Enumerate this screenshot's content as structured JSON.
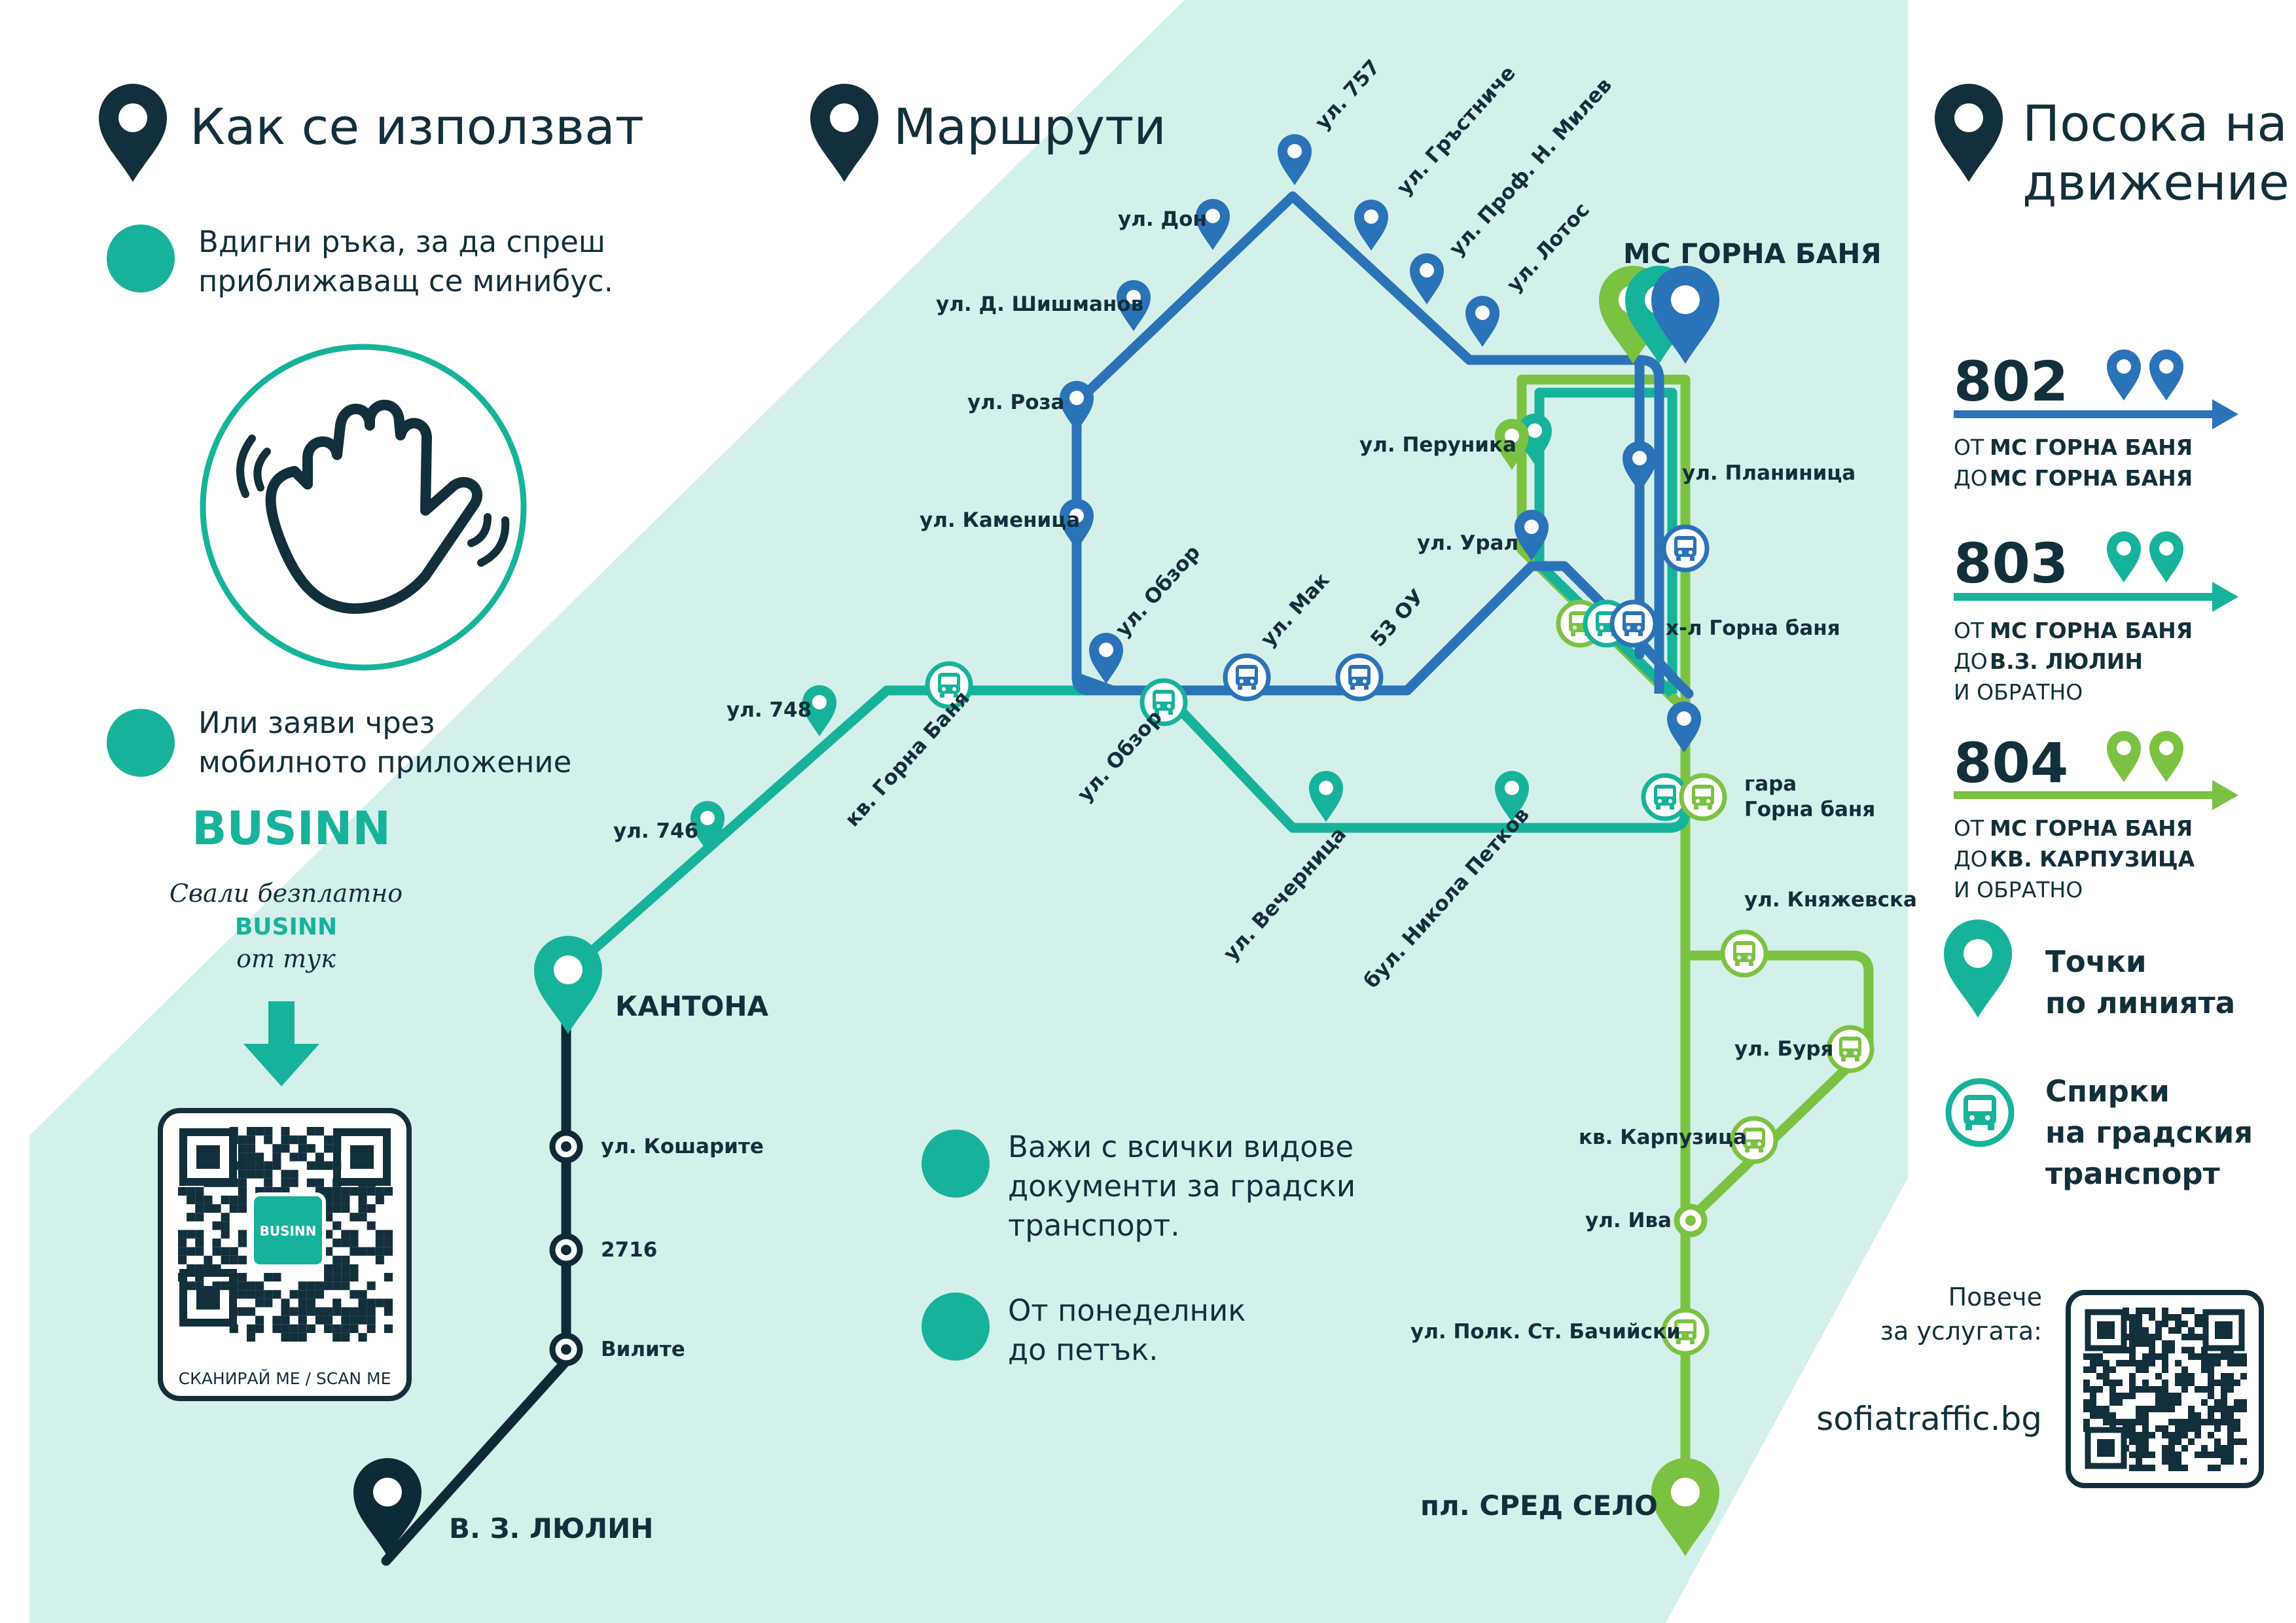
{
  "colors": {
    "background_tint": "#d3f0eb",
    "line_802": "#2b73b8",
    "line_803": "#16b39a",
    "line_804": "#7cc242",
    "line_dark": "#0d2b36",
    "text": "#12303b"
  },
  "icons": [
    "location-pin-icon",
    "waving-hand-icon",
    "bus-stop-icon",
    "qr-code-icon",
    "arrow-down-icon",
    "arrow-right-icon"
  ],
  "headings": {
    "how_to_use": "Как се използват",
    "routes": "Маршрути",
    "direction_line1": "Посока на",
    "direction_line2": "движение"
  },
  "how_to": {
    "step1_line1": "Вдигни ръка, за да спреш",
    "step1_line2": "приближаващ  се минибус.",
    "step2_line1": "Или заяви чрез",
    "step2_line2": "мобилното приложение",
    "app_name": "BUSINN",
    "download_line1": "Свали безплатно",
    "download_app": "BUSINN",
    "download_line3": "от тук",
    "qr_center": "BUSINN",
    "qr_caption": "СКАНИРАЙ МЕ / SCAN ME"
  },
  "info": {
    "note1_line1": "Важи с всички видове",
    "note1_line2": "документи за градски",
    "note1_line3": "транспорт.",
    "note2_line1": "От понеделник",
    "note2_line2": "до петък."
  },
  "legend": {
    "routes": [
      {
        "number": "802",
        "from_prefix": "ОТ",
        "from": "МС ГОРНА БАНЯ",
        "to_prefix": "ДО",
        "to": "МС ГОРНА БАНЯ",
        "back": ""
      },
      {
        "number": "803",
        "from_prefix": "ОТ",
        "from": "МС ГОРНА БАНЯ",
        "to_prefix": "ДО",
        "to": "В.З. ЛЮЛИН",
        "back": "И ОБРАТНО"
      },
      {
        "number": "804",
        "from_prefix": "ОТ",
        "from": "МС ГОРНА БАНЯ",
        "to_prefix": "ДО",
        "to": "КВ. КАРПУЗИЦА",
        "back": "И ОБРАТНО"
      }
    ],
    "points_line1": "Точки",
    "points_line2": "по линията",
    "stops_line1": "Спирки",
    "stops_line2": "на градския",
    "stops_line3": "транспорт"
  },
  "more_info": {
    "line1": "Повече",
    "line2": "за услугата:",
    "website": "sofiatraffic.bg"
  },
  "stations": {
    "ms_gorna_banya": "МС ГОРНА БАНЯ",
    "kantona": "КАНТОНА",
    "vz_lyulin": "В. З. ЛЮЛИН",
    "pl_sred_selo": "пл. СРЕД СЕЛО"
  },
  "stops": {
    "ul_757": "ул. 757",
    "ul_grastniche": "ул. Гръстниче",
    "ul_prof_milev": "ул. Проф. Н. Милев",
    "ul_lotos": "ул. Лотос",
    "ul_don": "ул. Дон",
    "ul_shishmanov": "ул. Д. Шишманов",
    "ul_roza": "ул. Роза",
    "ul_kamenitsa": "ул. Каменица",
    "ul_obzor_top": "ул. Обзор",
    "ul_mak": "ул. Мак",
    "ou_53": "53 ОУ",
    "ul_perunika": "ул. Перуника",
    "ul_planinitsa": "ул. Планиница",
    "ul_ural": "ул. Урал",
    "hotel_gorna_banya": "х-л Горна баня",
    "gara_line1": "гара",
    "gara_line2": "Горна баня",
    "ul_748": "ул. 748",
    "ul_746": "ул. 746",
    "kv_gorna_banya": "кв. Горна Баня",
    "ul_obzor_bottom": "ул. Обзор",
    "ul_vechernitsa": "ул. Вечерница",
    "bul_nikola_petkov": "бул. Никола Петков",
    "ul_knyazhevska": "ул. Княжевска",
    "ul_burya": "ул. Буря",
    "kv_karpuzitsa": "кв. Карпузица",
    "ul_iva": "ул. Ива",
    "ul_bachiyski": "ул. Полк. Ст. Бачийски",
    "ul_kosharite": "ул. Кошарите",
    "stop_2716": "2716",
    "ul_vilite": "Вилите"
  }
}
